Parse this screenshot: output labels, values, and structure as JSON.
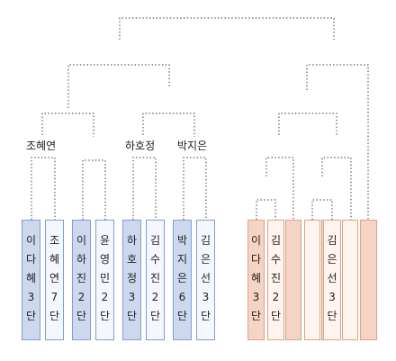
{
  "labels": {
    "r1_a": "조혜연",
    "r1_b": "하호정",
    "r1_c": "박지은"
  },
  "players_left": [
    {
      "name": "이다혜",
      "rank": "3",
      "suffix": "단"
    },
    {
      "name": "조혜연",
      "rank": "7",
      "suffix": "단"
    },
    {
      "name": "이하진",
      "rank": "2",
      "suffix": "단"
    },
    {
      "name": "윤영민",
      "rank": "2",
      "suffix": "단"
    },
    {
      "name": "하호정",
      "rank": "3",
      "suffix": "단"
    },
    {
      "name": "김수진",
      "rank": "2",
      "suffix": "단"
    },
    {
      "name": "박지은",
      "rank": "6",
      "suffix": "단"
    },
    {
      "name": "김은선",
      "rank": "3",
      "suffix": "단"
    }
  ],
  "players_right": [
    {
      "name": "이다혜",
      "rank": "3",
      "suffix": "단"
    },
    {
      "name": "김수진",
      "rank": "2",
      "suffix": "단"
    },
    {
      "name": "",
      "rank": "",
      "suffix": ""
    },
    {
      "name": "",
      "rank": "",
      "suffix": ""
    },
    {
      "name": "",
      "rank": "",
      "suffix": ""
    },
    {
      "name": "김은선",
      "rank": "3",
      "suffix": "단"
    },
    {
      "name": "",
      "rank": "",
      "suffix": ""
    },
    {
      "name": "",
      "rank": "",
      "suffix": ""
    }
  ]
}
